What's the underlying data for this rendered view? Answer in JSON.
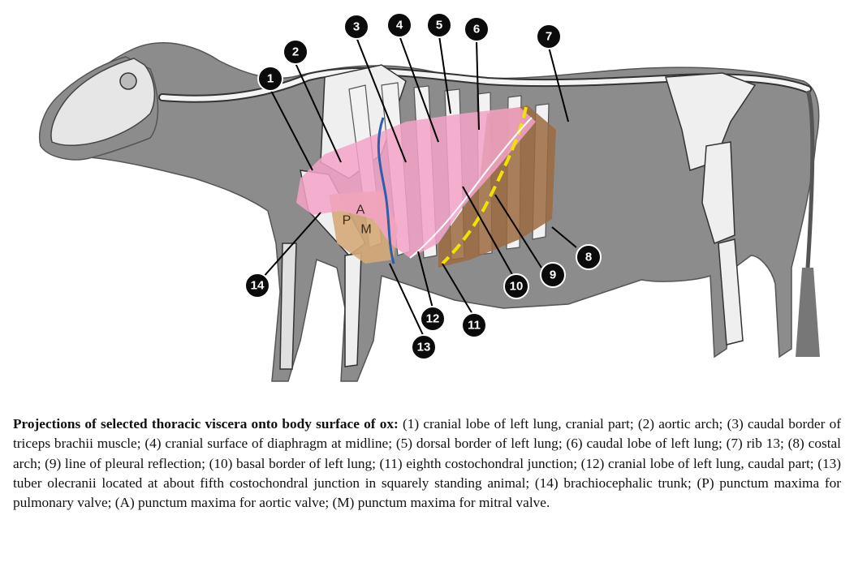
{
  "figure": {
    "numbers": [
      "1",
      "2",
      "3",
      "4",
      "5",
      "6",
      "7",
      "8",
      "9",
      "10",
      "11",
      "12",
      "13",
      "14"
    ],
    "point_letters": [
      "P",
      "A",
      "M"
    ]
  },
  "caption": {
    "bold": "Projections of selected thoracic viscera onto body surface of ox:",
    "text": " (1) cranial lobe of left lung, cranial part; (2) aortic arch; (3) caudal border of triceps brachii muscle; (4) cranial surface of diaphragm at midline; (5) dorsal border of left lung; (6) caudal lobe of left lung; (7) rib 13; (8) costal arch; (9) line of pleural reflection; (10) basal border of left lung; (11) eighth costochondral junction; (12) cranial lobe of left lung, caudal part; (13) tuber olecranii located at about fifth costochondral junction in squarely standing animal; (14) brachiocephalic trunk; (P) punctum maxima for pulmonary valve; (A) punctum maxima for aortic valve; (M) punctum maxima for mitral valve."
  },
  "colors": {
    "body": "#8c8c8c",
    "bone": "#f0f0f0",
    "lung": "#f4a3c8",
    "liver": "#9b6b3f",
    "heart": "#d4a877",
    "pleural_line": "#f2e200",
    "triceps_line": "#2d5fa8"
  }
}
